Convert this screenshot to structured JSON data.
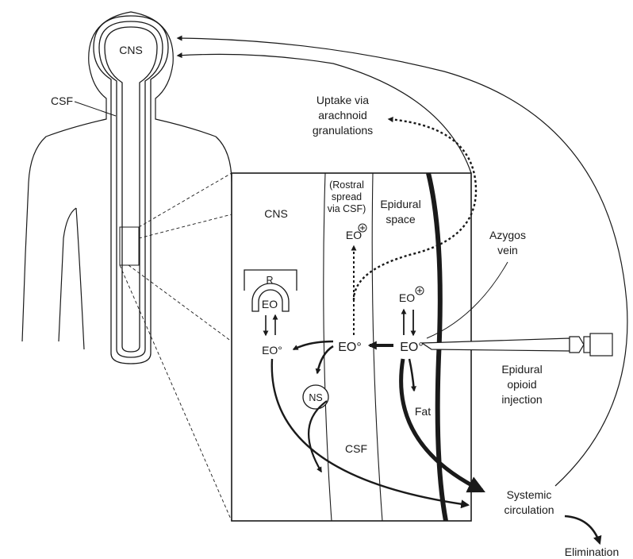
{
  "labels": {
    "cns_head": "CNS",
    "csf_body": "CSF",
    "uptake_line1": "Uptake via",
    "uptake_line2": "arachnoid",
    "uptake_line3": "granulations",
    "cns_panel": "CNS",
    "rostral_line1": "(Rostral",
    "rostral_line2": "spread",
    "rostral_line3": "via CSF)",
    "epidural_line1": "Epidural",
    "epidural_line2": "space",
    "azygos_line1": "Azygos",
    "azygos_line2": "vein",
    "receptor": "R",
    "eo_bound": "EO",
    "eo_free_cns": "EO°",
    "eo_plus_csf_base": "EO",
    "eo_csf": "EO°",
    "eo_plus_epi_base": "EO",
    "eo_epi": "EO°",
    "ns": "NS",
    "fat": "Fat",
    "csf_panel": "CSF",
    "injection_line1": "Epidural",
    "injection_line2": "opioid",
    "injection_line3": "injection",
    "systemic_line1": "Systemic",
    "systemic_line2": "circulation",
    "elimination": "Elimination"
  },
  "colors": {
    "ink": "#1a1a1a",
    "background": "#ffffff"
  }
}
